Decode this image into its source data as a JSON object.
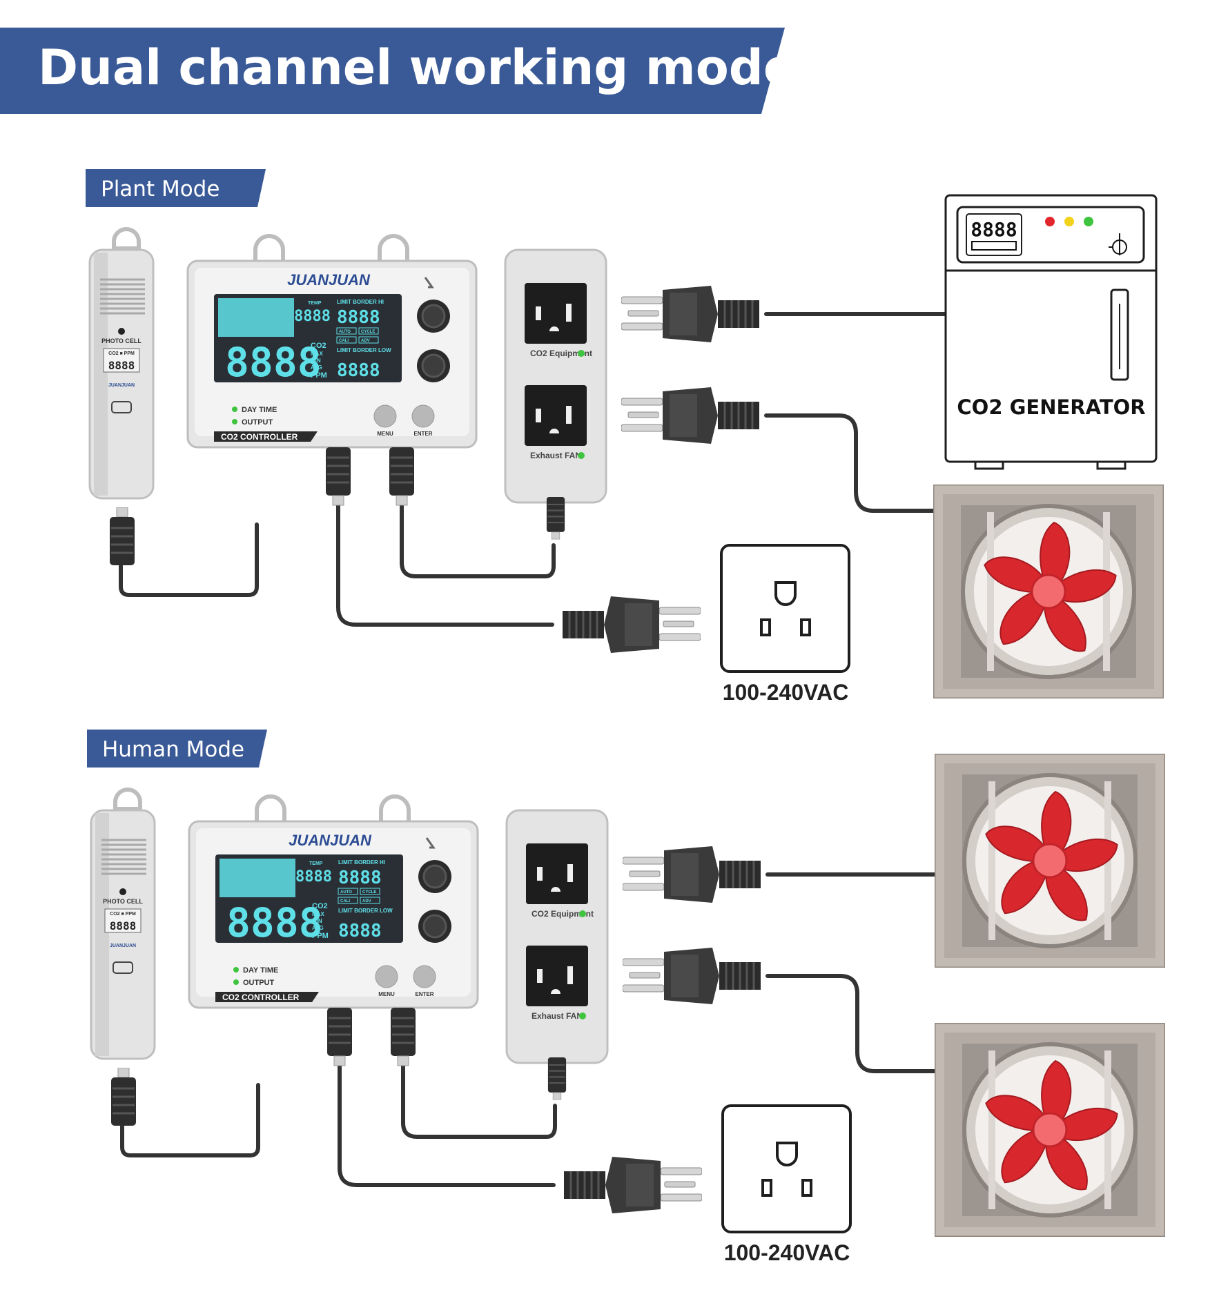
{
  "title": "Dual channel working mode",
  "colors": {
    "banner": "#3a5a97",
    "fan_blade": "#d9272e",
    "fan_frame": "#b9b1aa",
    "device_body": "#e6e6e6",
    "lcd": "#5fe0e8",
    "cable": "#333333",
    "led_green": "#3ec43e",
    "led_red": "#e3262b",
    "led_yellow": "#f2d21b"
  },
  "sensor": {
    "label": "PHOTO CELL",
    "lcd": "8888",
    "units": "CO2 ■ PPM",
    "brand": "JUANJUAN"
  },
  "controller": {
    "brand": "JUANJUAN",
    "model_label": "CO2 CONTROLLER",
    "big_digits": "8888",
    "small_digits": "8888",
    "header_temp": "TEMP",
    "limit_hi": "LIMIT BORDER HI",
    "limit_low": "LIMIT BORDER LOW",
    "co2_label": "CO2",
    "max_label": "MAX",
    "min_label": "MIN",
    "avg_label": "AVG",
    "ppm_label": "PPM",
    "btn_auto": "AUTO",
    "btn_cycle": "CYCLE",
    "btn_cali": "CALI",
    "btn_adv": "ADV",
    "indicator_day": "DAY TIME",
    "indicator_output": "OUTPUT",
    "button_menu": "MENU",
    "button_enter": "ENTER"
  },
  "power_strip": {
    "outlet_top_label": "CO2 Equipment",
    "outlet_bottom_label": "Exhaust FAN"
  },
  "wall_outlet_voltage": "100-240VAC",
  "generator": {
    "label": "CO2 GENERATOR",
    "display_digits": "8888"
  },
  "sections": [
    {
      "mode_label": "Plant Mode"
    },
    {
      "mode_label": "Human Mode"
    }
  ]
}
